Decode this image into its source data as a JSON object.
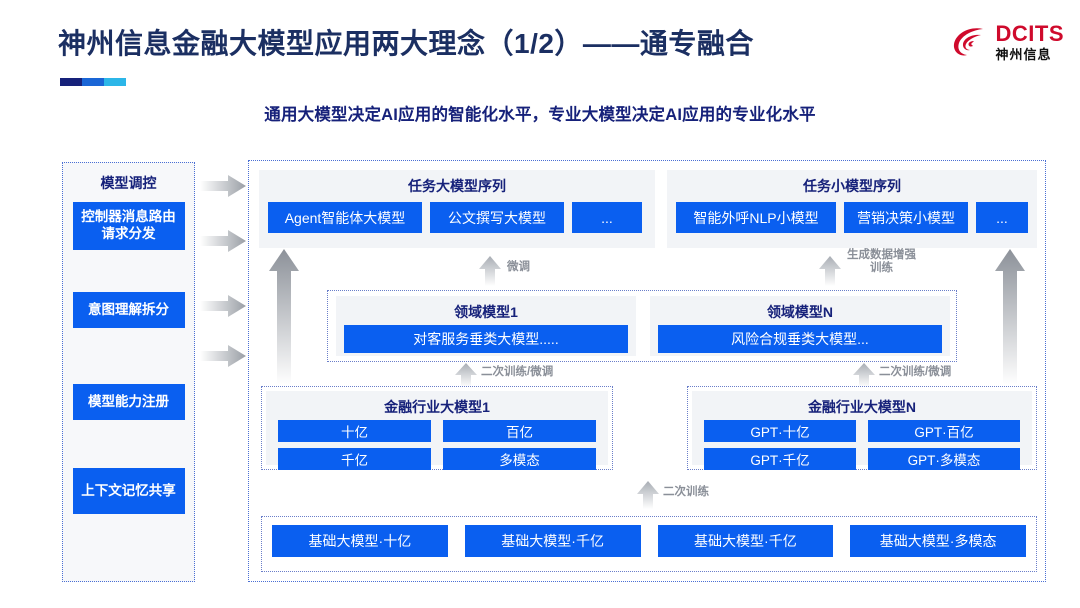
{
  "header": {
    "title": "神州信息金融大模型应用两大理念（1/2）——通专融合",
    "subtitle": "通用大模型决定AI应用的智能化水平，专业大模型决定AI应用的专业化水平",
    "logo_en": "DCITS",
    "logo_cn": "神州信息",
    "accent_navy": "#16217a",
    "accent_blue": "#1a66d6",
    "accent_cyan": "#2cb6e8",
    "logo_red": "#cf0a2c"
  },
  "sidebar": {
    "title": "模型调控",
    "items": [
      {
        "label": "控制器消息路由请求分发"
      },
      {
        "label": "意图理解拆分"
      },
      {
        "label": "模型能力注册"
      },
      {
        "label": "上下文记忆共享"
      }
    ]
  },
  "diagram": {
    "task_big": {
      "title": "任务大模型序列",
      "chips": [
        "Agent智能体大模型",
        "公文撰写大模型",
        "..."
      ]
    },
    "task_small": {
      "title": "任务小模型序列",
      "chips": [
        "智能外呼NLP小模型",
        "营销决策小模型",
        "..."
      ]
    },
    "domain_models": [
      {
        "title": "领域模型1",
        "bar": "对客服务垂类大模型....."
      },
      {
        "title": "领域模型N",
        "bar": "风险合规垂类大模型..."
      }
    ],
    "industry_models": [
      {
        "title": "金融行业大模型1",
        "cells": [
          "十亿",
          "百亿",
          "千亿",
          "多模态"
        ]
      },
      {
        "title": "金融行业大模型N",
        "cells": [
          "GPT·十亿",
          "GPT·百亿",
          "GPT·千亿",
          "GPT·多模态"
        ]
      }
    ],
    "base_models": [
      "基础大模型·十亿",
      "基础大模型·千亿",
      "基础大模型·千亿",
      "基础大模型·多模态"
    ],
    "arrow_labels": {
      "fine_tune": "微调",
      "gen_data_aug": "生成数据增强\n训练",
      "gen_data_aug_l1": "生成数据增强",
      "gen_data_aug_l2": "训练",
      "retrain_finetune_left": "二次训练/微调",
      "retrain_finetune_right": "二次训练/微调",
      "retrain": "二次训练"
    },
    "chip_blue": "#0a5ff0",
    "panel_gray": "#f2f4f7",
    "dash_border": "#4a6fd4"
  }
}
